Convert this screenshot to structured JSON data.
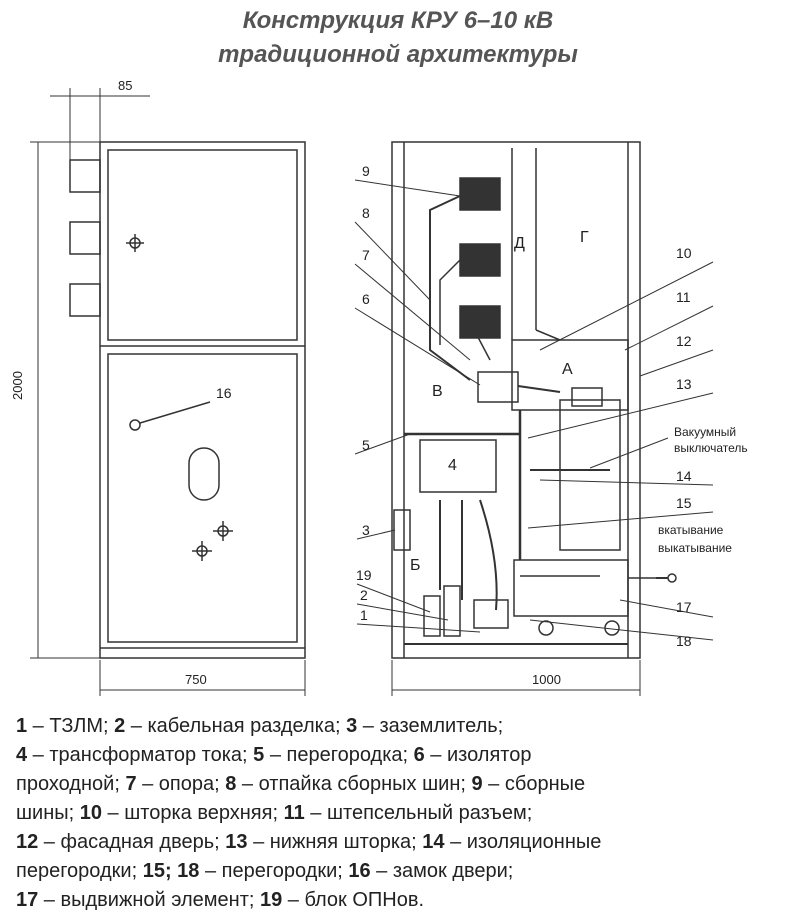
{
  "title": {
    "line1": "Конструкция КРУ 6–10 кВ",
    "line2": "традиционной архитектуры"
  },
  "front_view": {
    "dim_top": "85",
    "dim_height": "2000",
    "dim_width": "750",
    "label_16": "16"
  },
  "side_view": {
    "dim_width": "1000",
    "compartments": {
      "V": "В",
      "D": "Д",
      "G": "Г",
      "A": "А",
      "B": "Б"
    },
    "labels": [
      "9",
      "8",
      "7",
      "6",
      "5",
      "3",
      "19",
      "2",
      "1",
      "10",
      "11",
      "12",
      "13",
      "14",
      "15",
      "17",
      "18",
      "4"
    ],
    "vacuum_line1": "Вакуумный",
    "vacuum_line2": "выключатель",
    "rollin": "вкатывание",
    "rollout": "выкатывание"
  },
  "legend": [
    [
      {
        "n": "1",
        "t": " – ТЗЛМ; "
      },
      {
        "n": "2",
        "t": " – кабельная разделка; "
      },
      {
        "n": "3",
        "t": " – заземлитель;"
      }
    ],
    [
      {
        "n": "4",
        "t": " – трансформатор тока; "
      },
      {
        "n": "5",
        "t": " – перегородка; "
      },
      {
        "n": "6",
        "t": " – изолятор"
      }
    ],
    [
      {
        "n": "",
        "t": "проходной; "
      },
      {
        "n": "7",
        "t": " – опора; "
      },
      {
        "n": "8",
        "t": " – отпайка сборных шин; "
      },
      {
        "n": "9",
        "t": " – сборные"
      }
    ],
    [
      {
        "n": "",
        "t": "шины; "
      },
      {
        "n": "10",
        "t": " – шторка верхняя; "
      },
      {
        "n": "11",
        "t": " – штепсельный разъем;"
      }
    ],
    [
      {
        "n": "12",
        "t": " – фасадная дверь; "
      },
      {
        "n": "13",
        "t": " – нижняя шторка; "
      },
      {
        "n": "14",
        "t": " – изоляционные"
      }
    ],
    [
      {
        "n": "",
        "t": "перегородки; "
      },
      {
        "n": "15; 18",
        "t": " – перегородки; "
      },
      {
        "n": "16",
        "t": " – замок двери;"
      }
    ],
    [
      {
        "n": "17",
        "t": " – выдвижной элемент; "
      },
      {
        "n": "19",
        "t": " – блок ОПНов."
      }
    ]
  ]
}
